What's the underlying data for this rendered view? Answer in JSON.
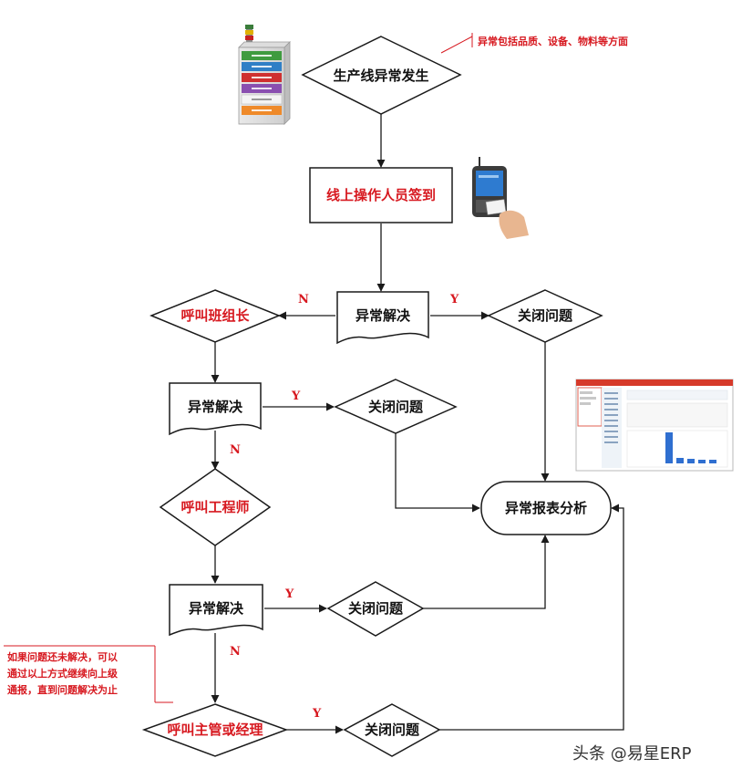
{
  "nodes": {
    "start": "生产线异常发生",
    "signin": "线上操作人员签到",
    "resolve1": "异常解决",
    "call_leader": "呼叫班组长",
    "close1": "关闭问题",
    "resolve2": "异常解决",
    "close2": "关闭问题",
    "call_engineer": "呼叫工程师",
    "report": "异常报表分析",
    "resolve3": "异常解决",
    "close3": "关闭问题",
    "call_manager": "呼叫主管或经理",
    "close4": "关闭问题"
  },
  "edge_labels": {
    "yes": "Y",
    "no": "N"
  },
  "notes": {
    "top_right": "异常包括品质、设备、物料等方面",
    "left": [
      "如果问题还未解决，可以",
      "通过以上方式继续向上级",
      "通报，直到问题解决为止"
    ]
  },
  "watermark": "头条 @易星ERP",
  "colors": {
    "label_red": "#d71920",
    "shape_fill": "#ffffff",
    "shape_stroke": "#1a1a1a"
  },
  "icons": {
    "andon": "andon-light-tower-icon",
    "reader": "card-reader-icon",
    "dashboard": "report-screenshot-thumbnail"
  }
}
